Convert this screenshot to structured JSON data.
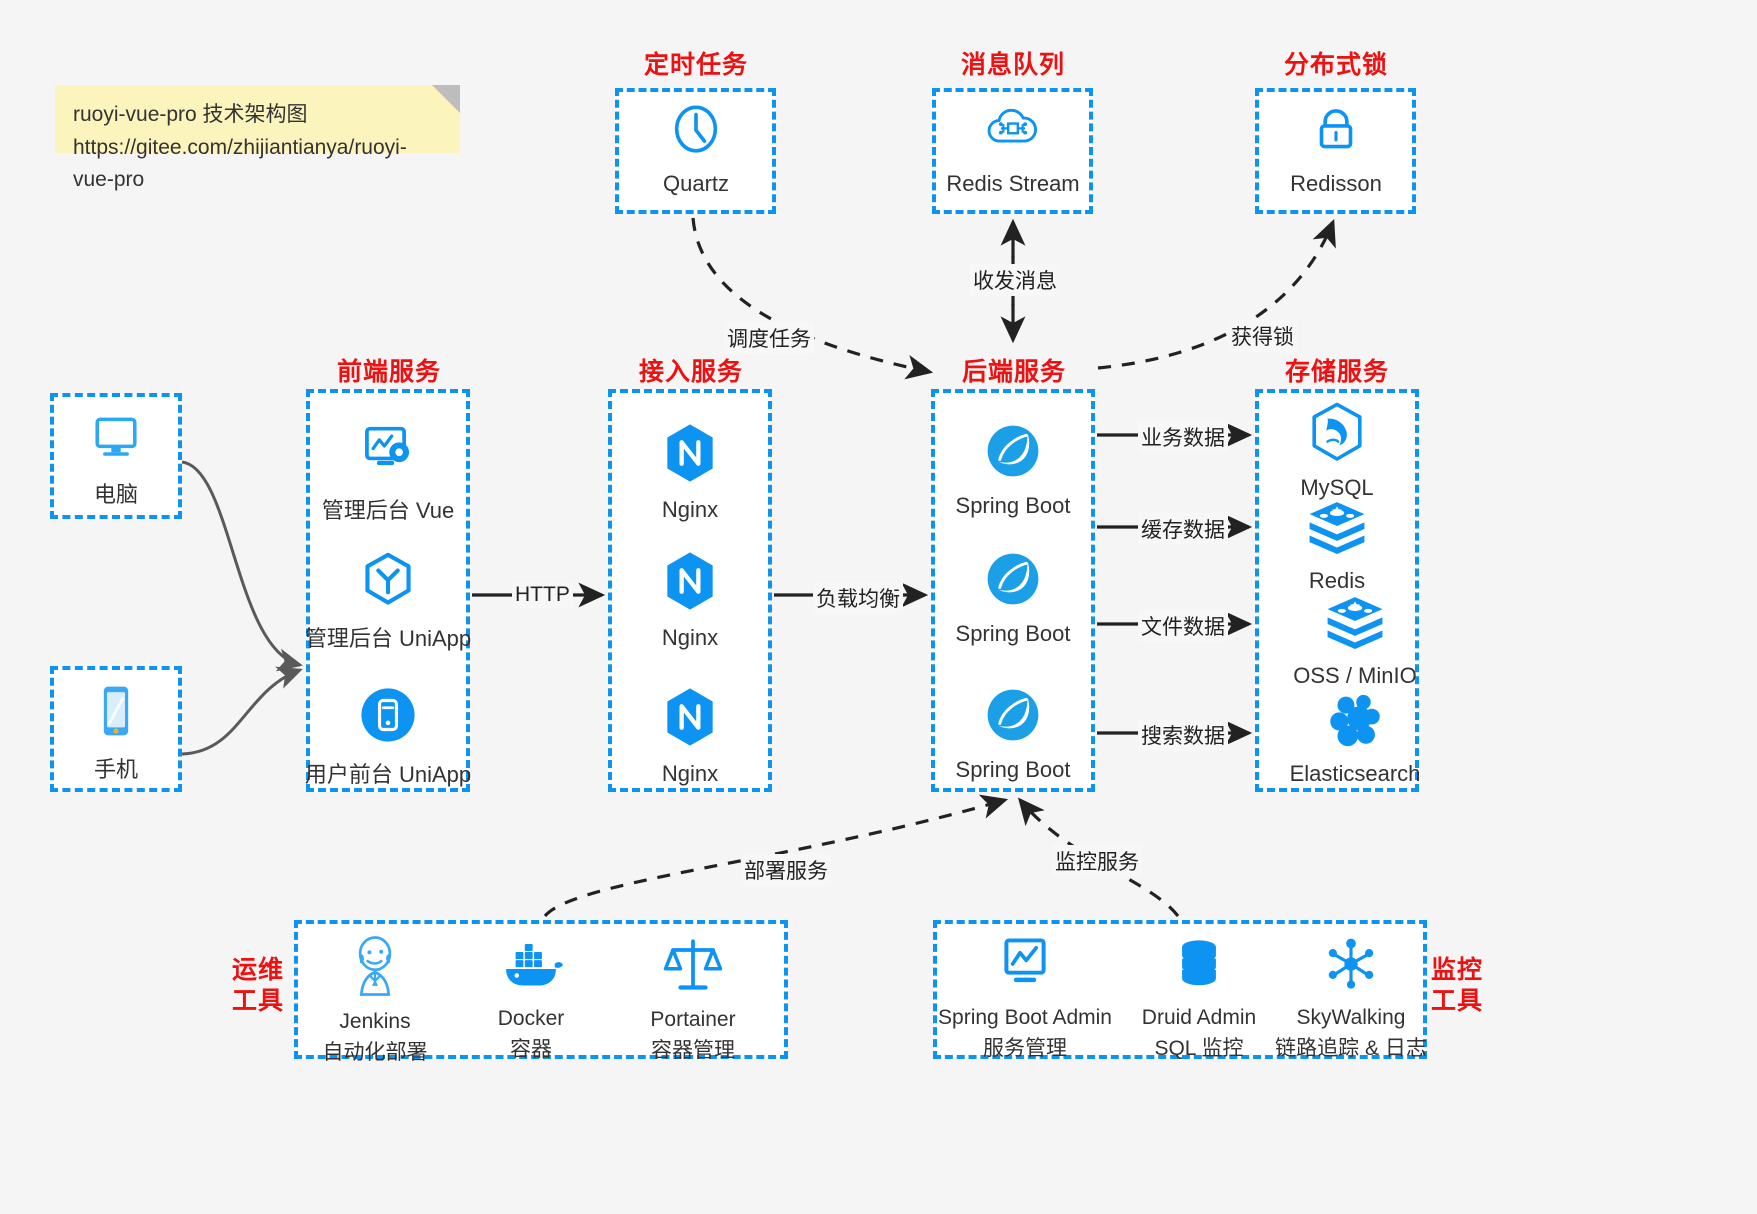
{
  "meta": {
    "accent_blue": "#0d93f2",
    "section_red": "#ee1111",
    "note_yellow": "#fbf4bd",
    "page_background": "#f5f5f5"
  },
  "note": {
    "line1": "ruoyi-vue-pro 技术架构图",
    "line2": "https://gitee.com/zhijiantianya/ruoyi-vue-pro"
  },
  "sections": {
    "scheduler": "定时任务",
    "mq": "消息队列",
    "lock": "分布式锁",
    "frontend": "前端服务",
    "gateway": "接入服务",
    "backend": "后端服务",
    "storage": "存储服务",
    "devops_line1": "运维",
    "devops_line2": "工具",
    "monitor_line1": "监控",
    "monitor_line2": "工具"
  },
  "clients": [
    {
      "label": "电脑",
      "icon": "desktop-monitor-icon"
    },
    {
      "label": "手机",
      "icon": "mobile-phone-icon"
    }
  ],
  "top_nodes": [
    {
      "label": "Quartz",
      "icon": "clock-icon"
    },
    {
      "label": "Redis Stream",
      "icon": "cloud-stream-icon"
    },
    {
      "label": "Redisson",
      "icon": "padlock-icon"
    }
  ],
  "frontend_nodes": [
    {
      "label": "管理后台 Vue",
      "icon": "dashboard-gear-icon"
    },
    {
      "label": "管理后台 UniApp",
      "icon": "uniapp-hexagon-icon"
    },
    {
      "label": "用户前台 UniApp",
      "icon": "mobile-app-circle-icon"
    }
  ],
  "gateway_nodes": [
    {
      "label": "Nginx",
      "icon": "nginx-icon"
    },
    {
      "label": "Nginx",
      "icon": "nginx-icon"
    },
    {
      "label": "Nginx",
      "icon": "nginx-icon"
    }
  ],
  "backend_nodes": [
    {
      "label": "Spring Boot",
      "icon": "spring-boot-icon"
    },
    {
      "label": "Spring Boot",
      "icon": "spring-boot-icon"
    },
    {
      "label": "Spring Boot",
      "icon": "spring-boot-icon"
    }
  ],
  "storage_nodes": [
    {
      "label": "MySQL",
      "icon": "mysql-dolphin-icon"
    },
    {
      "label": "Redis",
      "icon": "redis-stack-icon"
    },
    {
      "label": "OSS / MinIO",
      "icon": "object-storage-icon"
    },
    {
      "label": "Elasticsearch",
      "icon": "elasticsearch-icon"
    }
  ],
  "devops_nodes": [
    {
      "label": "Jenkins",
      "sublabel": "自动化部署",
      "icon": "jenkins-butler-icon"
    },
    {
      "label": "Docker",
      "sublabel": "容器",
      "icon": "docker-whale-icon"
    },
    {
      "label": "Portainer",
      "sublabel": "容器管理",
      "icon": "portainer-scales-icon"
    }
  ],
  "monitor_nodes": [
    {
      "label": "Spring Boot Admin",
      "sublabel": "服务管理",
      "icon": "monitor-chart-icon"
    },
    {
      "label": "Druid Admin",
      "sublabel": "SQL 监控",
      "icon": "database-cylinder-icon"
    },
    {
      "label": "SkyWalking",
      "sublabel": "链路追踪 & 日志",
      "icon": "skywalking-node-icon"
    }
  ],
  "edge_labels": {
    "http": "HTTP",
    "load_balance": "负载均衡",
    "schedule_task": "调度任务",
    "send_receive_message": "收发消息",
    "acquire_lock": "获得锁",
    "business_data": "业务数据",
    "cache_data": "缓存数据",
    "file_data": "文件数据",
    "search_data": "搜索数据",
    "deploy_service": "部署服务",
    "monitor_service": "监控服务"
  }
}
